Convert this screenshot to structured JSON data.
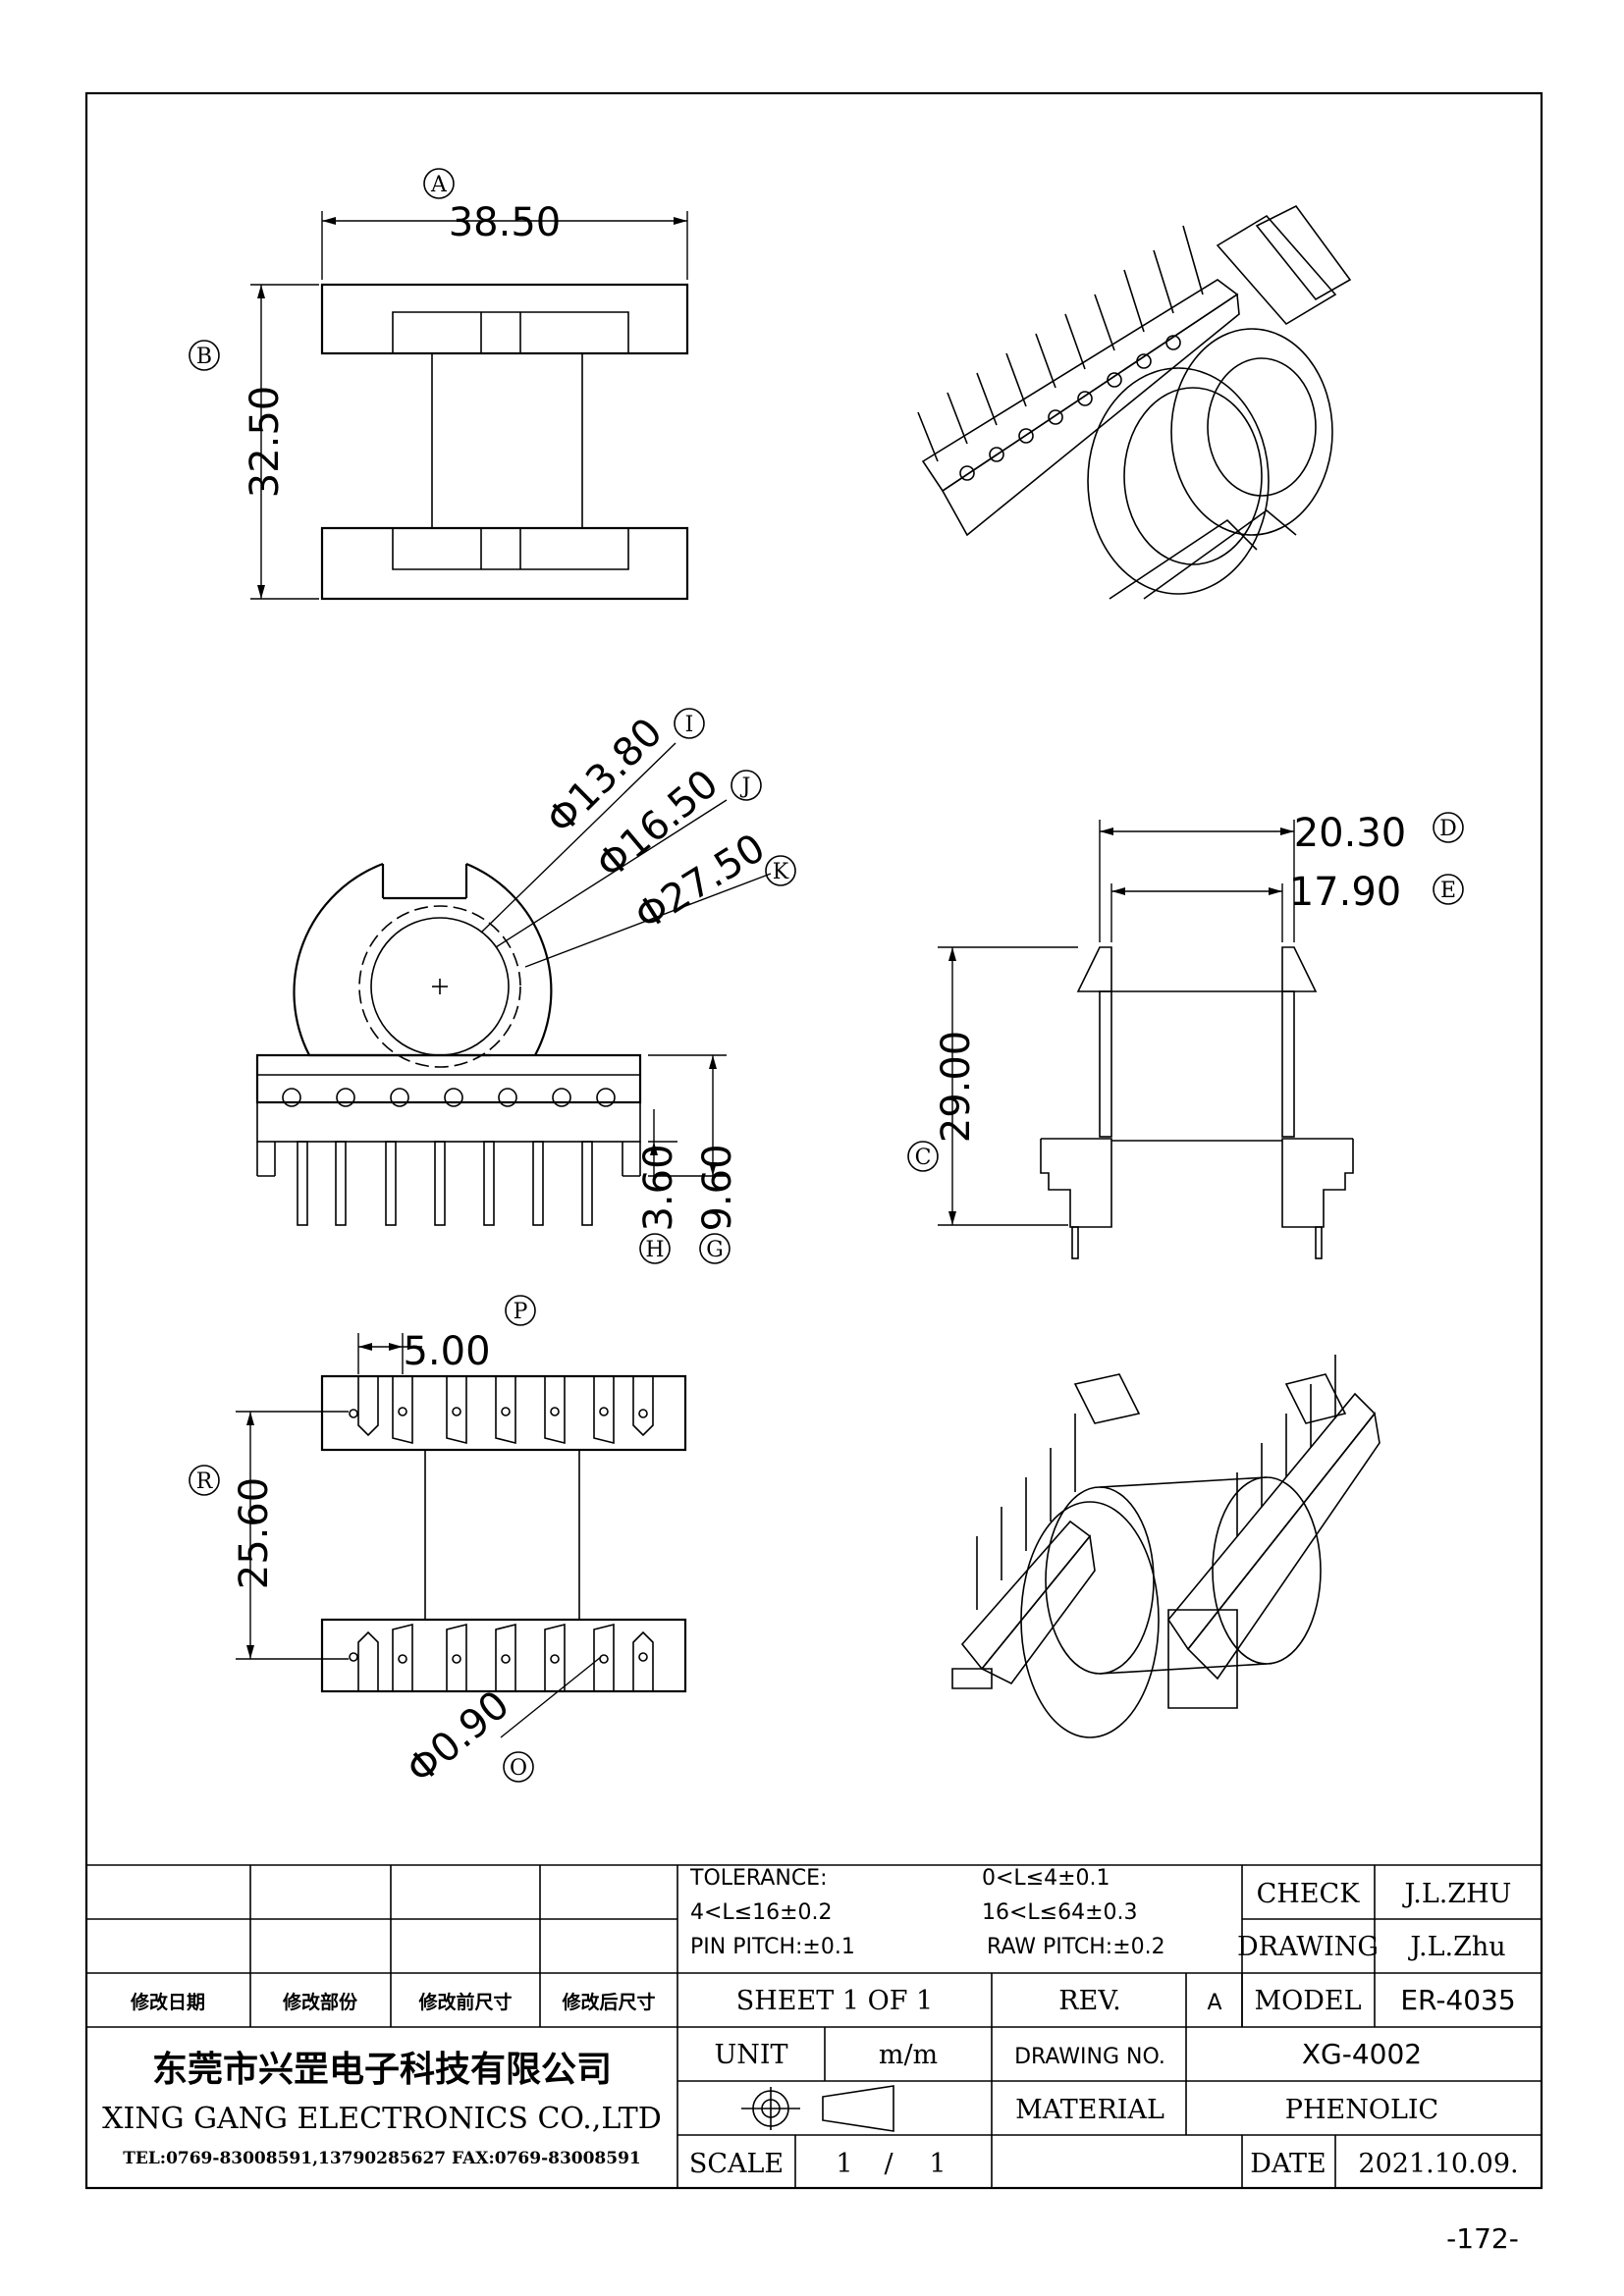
{
  "dimensions": {
    "A": {
      "label": "A",
      "value": "38.50"
    },
    "B": {
      "label": "B",
      "value": "32.50"
    },
    "C": {
      "label": "C",
      "value": "29.00"
    },
    "D": {
      "label": "D",
      "value": "20.30"
    },
    "E": {
      "label": "E",
      "value": "17.90"
    },
    "G": {
      "label": "G",
      "value": "9.60"
    },
    "H": {
      "label": "H",
      "value": "3.60"
    },
    "I": {
      "label": "I",
      "value": "Φ13.80"
    },
    "J": {
      "label": "J",
      "value": "Φ16.50"
    },
    "K": {
      "label": "K",
      "value": "Φ27.50"
    },
    "O": {
      "label": "O",
      "value": "Φ0.90"
    },
    "P": {
      "label": "P",
      "value": "5.00"
    },
    "R": {
      "label": "R",
      "value": "25.60"
    }
  },
  "title_block": {
    "tolerance_label": "TOLERANCE:",
    "tol_1": "0<L≤4±0.1",
    "tol_2": "4<L≤16±0.2",
    "tol_3": "16<L≤64±0.3",
    "pin_pitch": "PIN PITCH:±0.1",
    "raw_pitch": "RAW PITCH:±0.2",
    "check_label": "CHECK",
    "check_value": "J.L.ZHU",
    "drawing_label": "DRAWING",
    "drawing_value": "J.L.Zhu",
    "rev_headers": [
      "修改日期",
      "修改部份",
      "修改前尺寸",
      "修改后尺寸"
    ],
    "sheet": "SHEET 1 OF 1",
    "rev_label": "REV.",
    "rev_value": "A",
    "model_label": "MODEL",
    "model_value": "ER-4035",
    "company_cn": "东莞市兴罡电子科技有限公司",
    "company_en": "XING GANG ELECTRONICS CO.,LTD",
    "company_tel": "TEL:0769-83008591,13790285627 FAX:0769-83008591",
    "unit_label": "UNIT",
    "unit_value": "m/m",
    "drawing_no_label": "DRAWING NO.",
    "drawing_no_value": "XG-4002",
    "material_label": "MATERIAL",
    "material_value": "PHENOLIC",
    "scale_label": "SCALE",
    "scale_num": "1",
    "scale_sep": "/",
    "scale_den": "1",
    "date_label": "DATE",
    "date_value": "2021.10.09."
  },
  "page_number": "-172-"
}
